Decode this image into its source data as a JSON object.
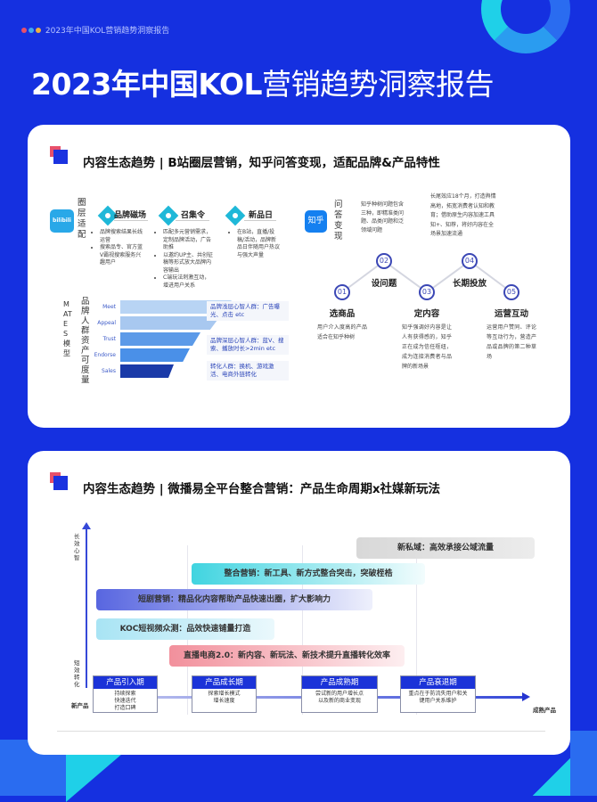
{
  "topbar": {
    "title": "2023年中国KOL营销趋势洞察报告",
    "dot_colors": [
      "#e8506a",
      "#3fa8f0",
      "#f0b040"
    ]
  },
  "main_title": {
    "part1": "2023年中国",
    "part2": "KOL",
    "part3": "营销趋势洞察报告"
  },
  "colors": {
    "background": "#1530e0",
    "accent_cyan": "#1fd0e8",
    "accent_red": "#e8506a"
  },
  "card1": {
    "title": "内容生态趋势 | B站圈层营销，知乎问答变现，适配品牌&产品特性",
    "bilibili": {
      "logo_text": "bilibili",
      "side_label": "圈层适配",
      "columns": [
        {
          "title": "品牌磁场",
          "bullets": [
            "品牌搜索结果长线运营",
            "搜索品专、官方蓝V霸视搜索服务兴趣用户"
          ]
        },
        {
          "title": "召集令",
          "bullets": [
            "匹配多元营销需求，定制品牌活动，广告助推",
            "以邀约UP主、共创征稿等形式放大品牌内容输出",
            "C端玩法刺激互动，增进用户关系"
          ]
        },
        {
          "title": "新品日",
          "bullets": [
            "在B站，直播/投稿/活动，品牌新品日伴随用户热议与强大声量"
          ]
        }
      ],
      "mates_label": "MATES模型",
      "asset_label": "品牌人群资产可度量",
      "funnel_levels": [
        "Meet",
        "Appeal",
        "Trust",
        "Endorse",
        "Sales"
      ],
      "funnel_notes": [
        "品牌浅层心智人群：广告曝光、点击 etc",
        "品牌深层心智人群：蓝V、搜索、播放时长>2min etc",
        "转化人群：换机、游戏激活、电商外链转化"
      ]
    },
    "zhihu": {
      "logo_text": "知乎",
      "side_label": "问答变现",
      "note_top_left": "知乎种树问题包含三种，即精准类问题、品类问题和泛领域问题",
      "note_top_right": "长尾效应18个月，打造舆情高地，拓宽消费者认知和教育；借助原生内容加速工具知+、知荐，将好内容在全场景加速流通",
      "steps": [
        {
          "num": "01",
          "label": "选商品",
          "text": "用户介入度高的产品适合在知乎种树"
        },
        {
          "num": "02",
          "label": "设问题"
        },
        {
          "num": "03",
          "label": "定内容",
          "text": "知乎强调好内容是让人有获得感的，知乎正在成为信任枢纽，成为连接消费者与品牌的新场景"
        },
        {
          "num": "04",
          "label": "长期投放"
        },
        {
          "num": "05",
          "label": "运营互动",
          "text": "运营用户赞同、评论等互动行为，营造产品或品牌的第二种草场"
        }
      ]
    }
  },
  "card2": {
    "title": "内容生态趋势 | 微播易全平台整合营销：产品生命周期x社媒新玩法",
    "y_top_label": "长效心智",
    "y_bottom_label": "短效转化",
    "x_start_label": "新产品",
    "x_end_label": "成熟产品",
    "bands": [
      {
        "text": "新私域：高效承接公域流量",
        "color": "#dcdcdc"
      },
      {
        "text": "整合营销：新工具、新方式整合突击，突破桎梏",
        "color": "#40d4e0"
      },
      {
        "text": "短剧营销：精品化内容帮助产品快速出圈，扩大影响力",
        "color": "#5866e0"
      },
      {
        "text": "KOC短视频众测：品效快速铺量打造",
        "color": "#a8e4f4"
      },
      {
        "text": "直播电商2.0：新内容、新玩法、新技术提升直播转化效率",
        "color": "#f2909c"
      }
    ],
    "stages": [
      {
        "title": "产品引入期",
        "text": [
          "持续探索",
          "快速迭代",
          "打造口碑"
        ]
      },
      {
        "title": "产品成长期",
        "text": [
          "探索增长模式",
          "增长速度"
        ]
      },
      {
        "title": "产品成熟期",
        "text": [
          "尝试新的用户增长点",
          "以及新的商业变现"
        ]
      },
      {
        "title": "产品衰退期",
        "text": [
          "重点在于防流失用户和关",
          "键用户关系维护"
        ]
      }
    ]
  }
}
